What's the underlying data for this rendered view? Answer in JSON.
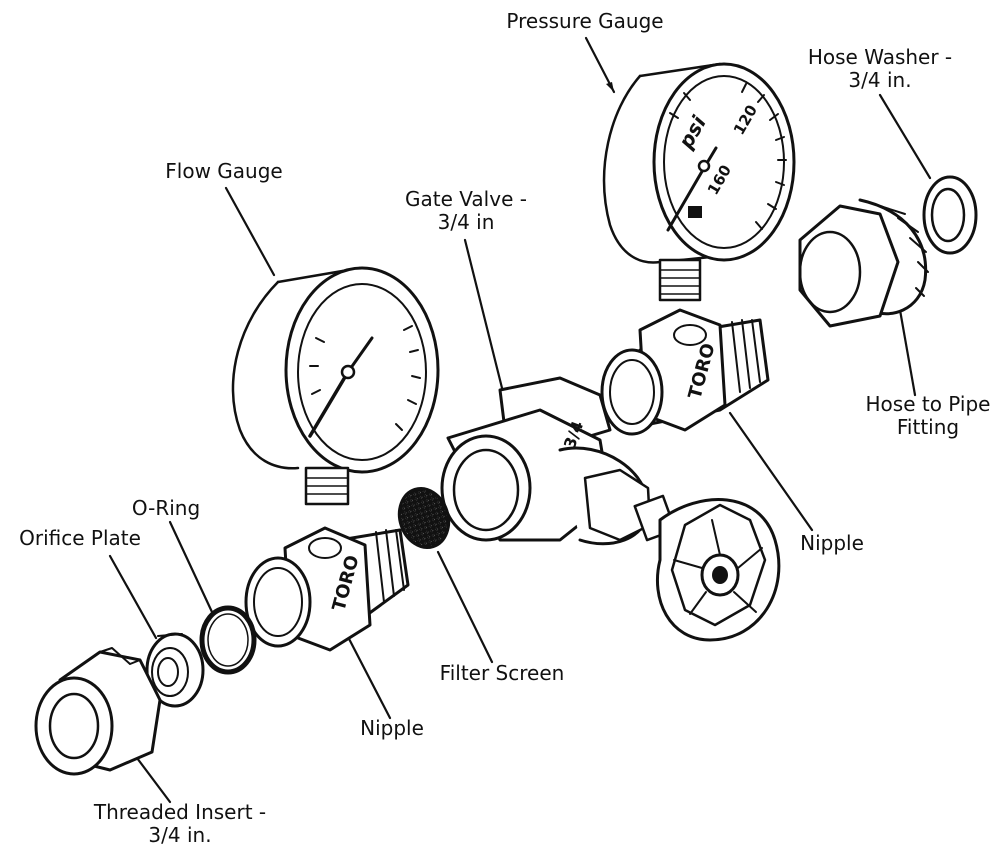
{
  "labels": {
    "pressure_gauge": "Pressure Gauge",
    "hose_washer": [
      "Hose Washer -",
      "3/4 in."
    ],
    "flow_gauge": "Flow Gauge",
    "gate_valve": [
      "Gate Valve -",
      "3/4 in"
    ],
    "hose_to_pipe": [
      "Hose to Pipe",
      "Fitting"
    ],
    "o_ring": "O-Ring",
    "orifice_plate": "Orifice Plate",
    "nipple_right": "Nipple",
    "filter_screen": "Filter Screen",
    "nipple_left": "Nipple",
    "threaded_insert": [
      "Threaded Insert -",
      "3/4 in."
    ]
  },
  "markings": {
    "toro": "TORO",
    "psi": "psi",
    "p120": "120",
    "p160": "160",
    "valve_size": "3/4"
  },
  "colors": {
    "line": "#111111",
    "paper": "#ffffff"
  }
}
